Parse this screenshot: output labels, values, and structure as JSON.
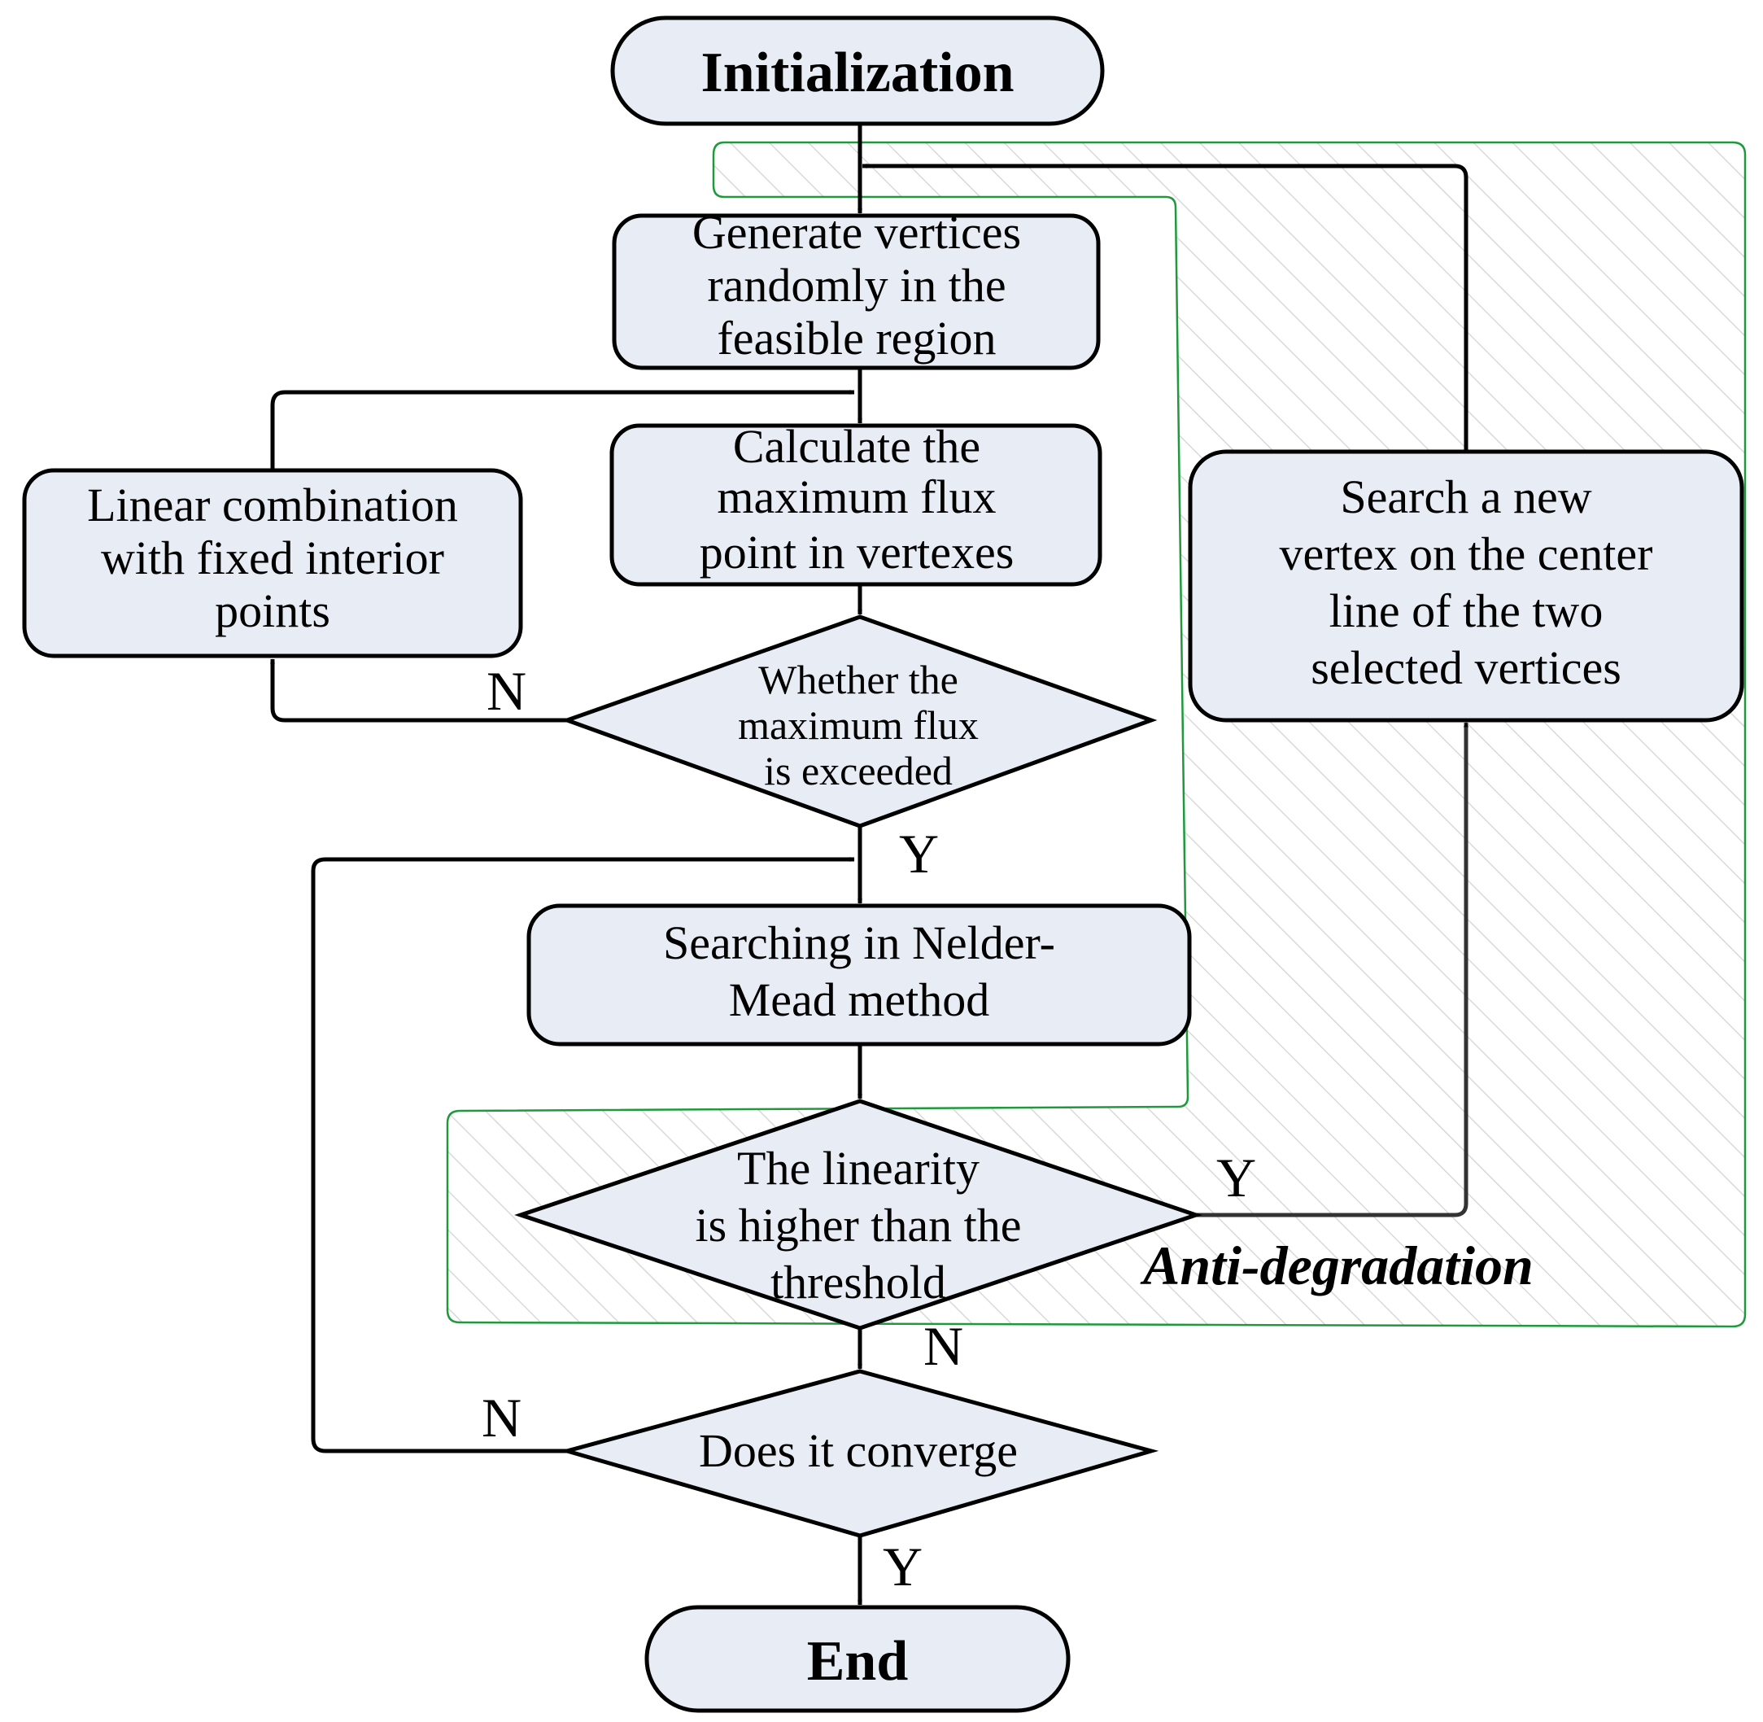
{
  "nodes": {
    "start": "Initialization",
    "generate": [
      "Generate vertices",
      "randomly  in the",
      "feasible region"
    ],
    "calculate": [
      "Calculate the",
      "maximum flux",
      "point in vertexes"
    ],
    "linear": [
      "Linear combination",
      "with fixed interior",
      "points"
    ],
    "flux_check": [
      "Whether the",
      "maximum flux",
      "is exceeded"
    ],
    "search_vertex": [
      "Search a  new",
      "vertex on the center",
      "line of the two",
      "selected vertices"
    ],
    "nelder_mead": [
      "Searching in Nelder-",
      "Mead method"
    ],
    "linearity_check": [
      "The linearity",
      "is higher than the",
      "threshold"
    ],
    "converge_check": "Does it converge",
    "end": "End"
  },
  "edge_labels": {
    "flux_no": "N",
    "flux_yes": "Y",
    "linearity_yes": "Y",
    "linearity_no": "N",
    "converge_no": "N",
    "converge_yes": "Y"
  },
  "region_label": "Anti-degradation",
  "colors": {
    "node_fill": "#e8edf5",
    "region_border": "#1e9a3c",
    "hatch": "#d9d9d9"
  }
}
